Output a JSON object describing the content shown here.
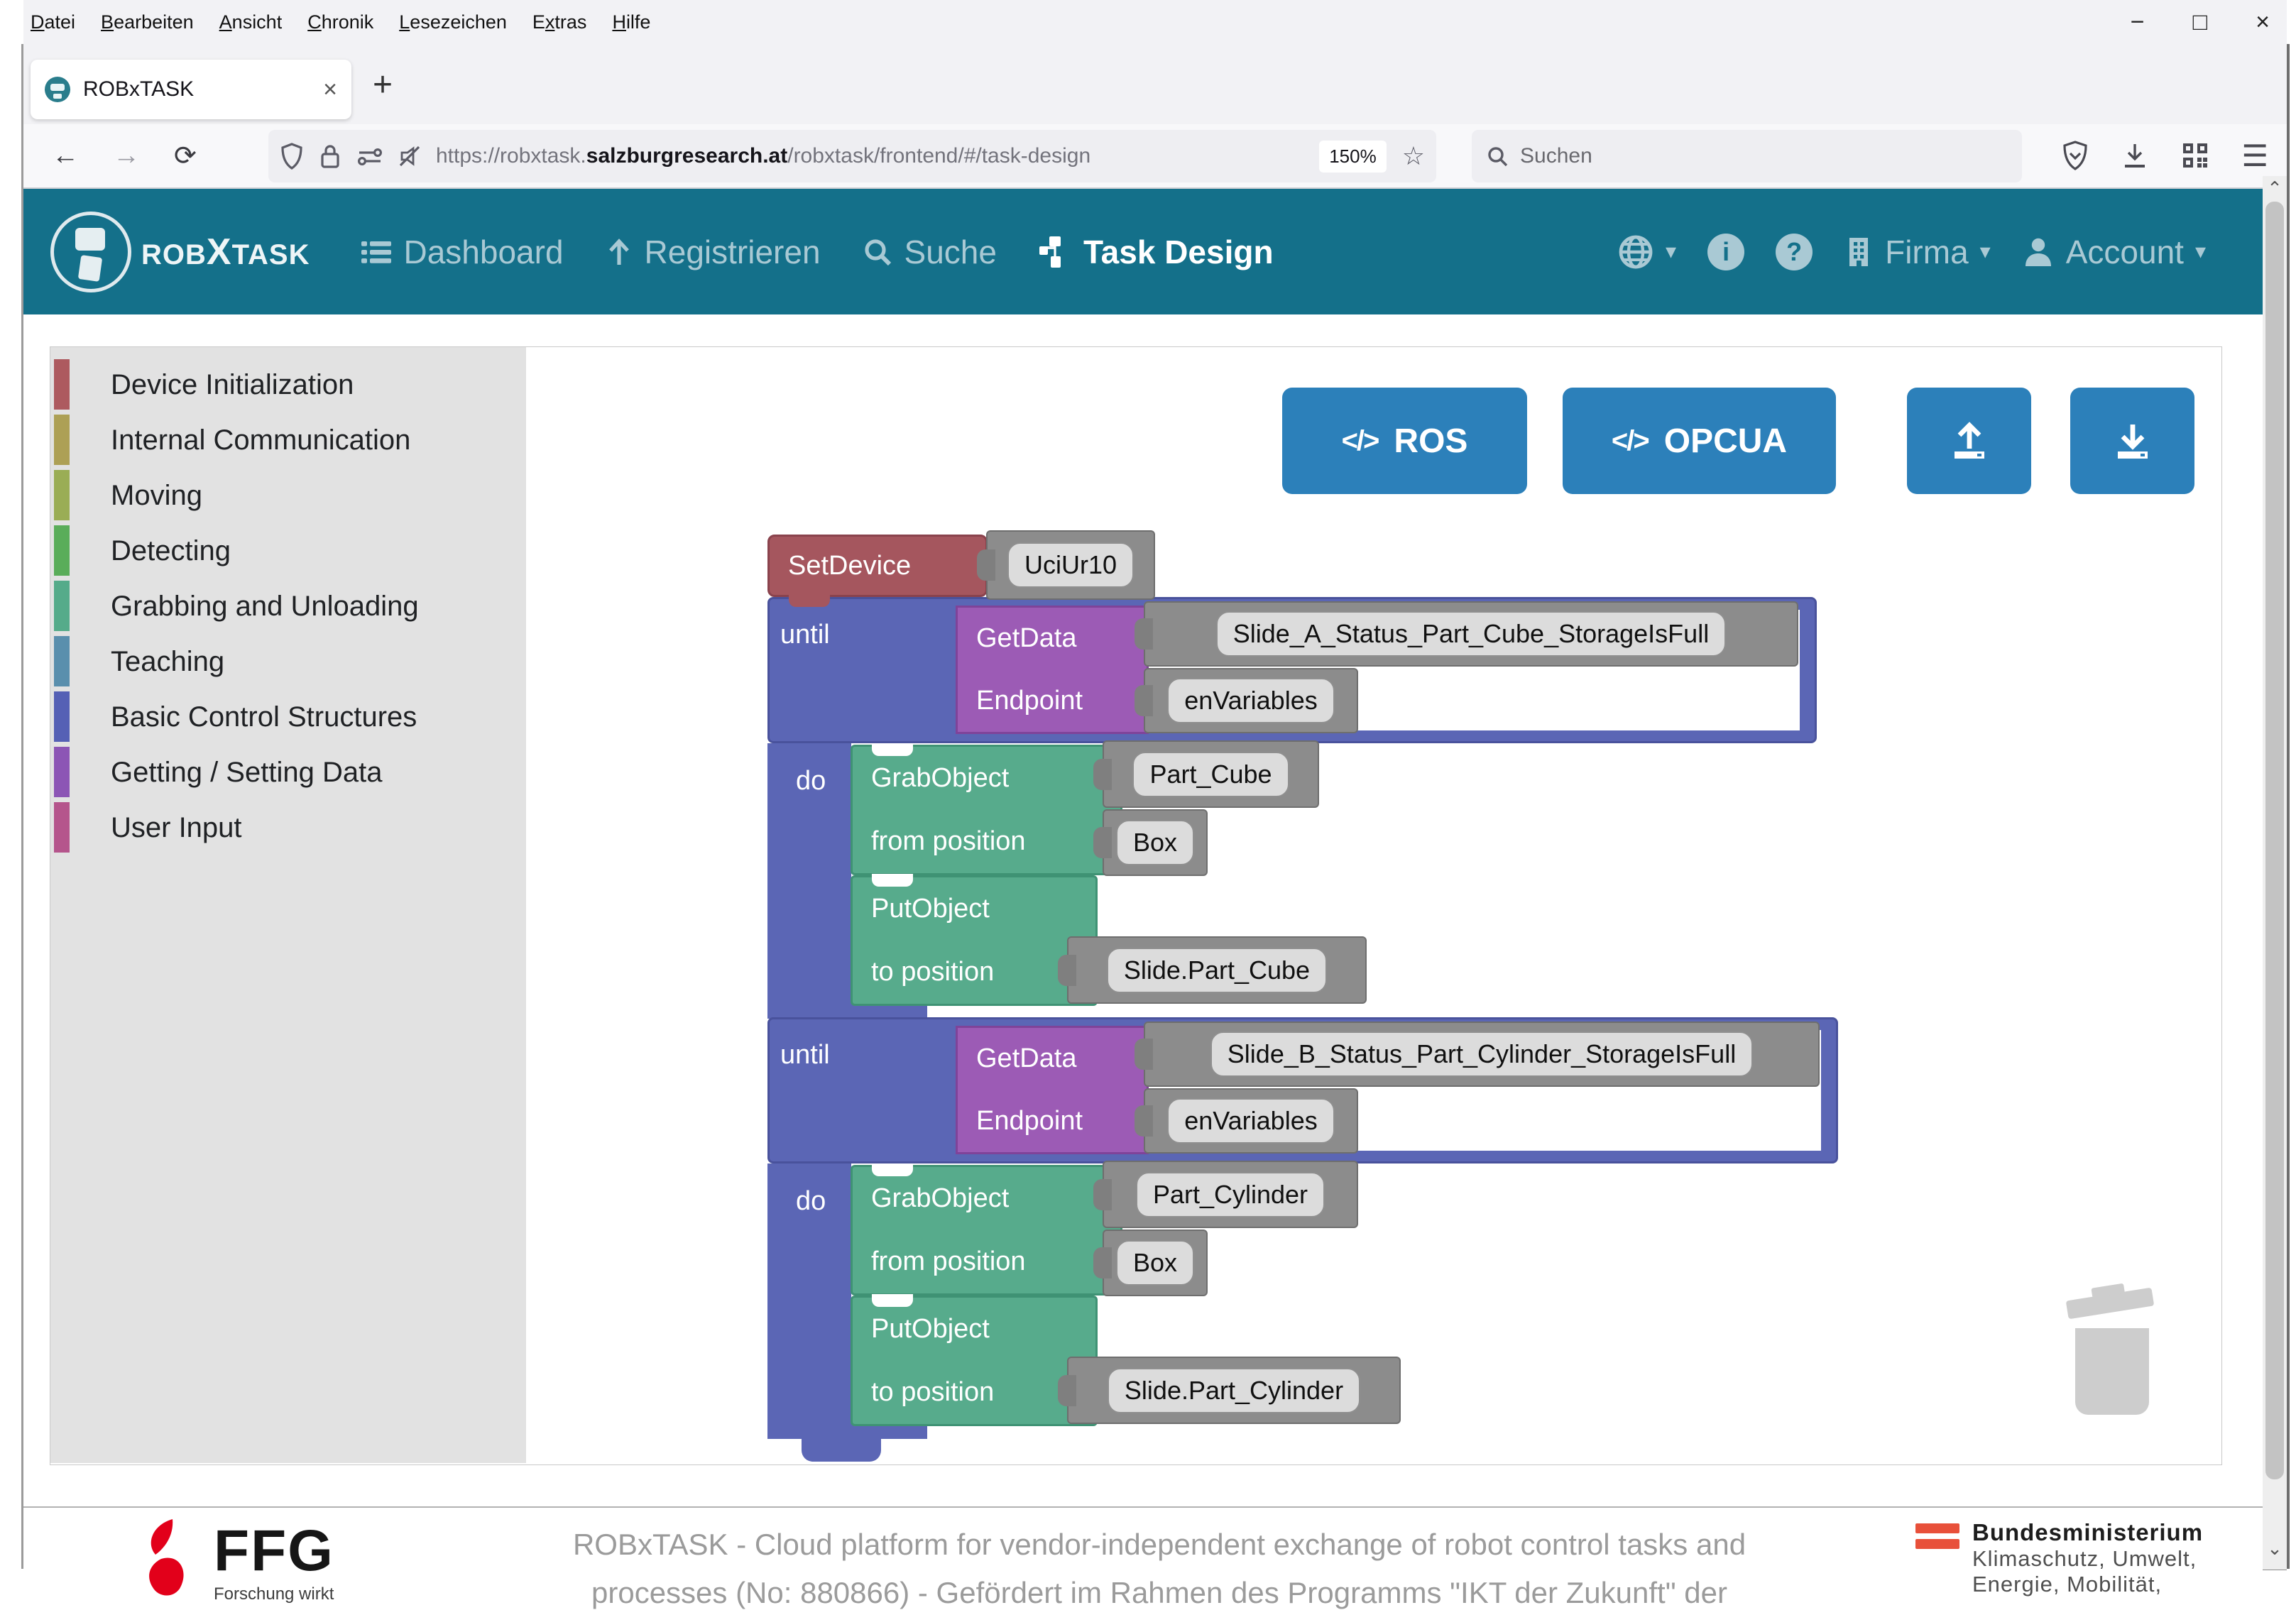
{
  "colors": {
    "teal": "#14708a",
    "navtext": "#a9c9d4",
    "btnblue": "#2c80ba",
    "sidebar": "#e2e2e2",
    "bred": "#a5565e",
    "bindigo": "#5b66b5",
    "bpurple": "#9c5bb5",
    "bgreen": "#57ab8c",
    "bgray": "#8c8c8c",
    "fieldbg": "#dcdcdc"
  },
  "browser": {
    "menu": [
      {
        "pre": "",
        "u": "D",
        "post": "atei"
      },
      {
        "pre": "",
        "u": "B",
        "post": "earbeiten"
      },
      {
        "pre": "",
        "u": "A",
        "post": "nsicht"
      },
      {
        "pre": "",
        "u": "C",
        "post": "hronik"
      },
      {
        "pre": "",
        "u": "L",
        "post": "esezeichen"
      },
      {
        "pre": "E",
        "u": "x",
        "post": "tras"
      },
      {
        "pre": "",
        "u": "H",
        "post": "ilfe"
      }
    ],
    "window": {
      "minimize": "−",
      "maximize": "□",
      "close": "×"
    },
    "tab": {
      "title": "ROBxTASK",
      "close": "×",
      "new_tab": "+"
    },
    "nav": {
      "back": "←",
      "forward": "→",
      "reload": "⟳"
    },
    "url": {
      "prefix": "https://robxtask.",
      "domain": "salzburgresearch.at",
      "path": "/robxtask/frontend/#/task-design"
    },
    "zoom_badge": "150%",
    "bookmark_star": "☆",
    "search": {
      "placeholder": "Suchen"
    },
    "hamburger": "☰"
  },
  "navbar": {
    "brand": {
      "p1": "ROB",
      "p2": "X",
      "p3": "TASK"
    },
    "items": [
      {
        "label": "Dashboard"
      },
      {
        "label": "Registrieren"
      },
      {
        "label": "Suche"
      },
      {
        "label": "Task Design"
      }
    ],
    "info_glyph": "i",
    "help_glyph": "?",
    "caret": "▾",
    "firma": "Firma",
    "account": "Account"
  },
  "toolbox": {
    "categories": [
      {
        "label": "Device Initialization",
        "color": "#ad5a5f"
      },
      {
        "label": "Internal Communication",
        "color": "#ada055"
      },
      {
        "label": "Moving",
        "color": "#9aad55"
      },
      {
        "label": "Detecting",
        "color": "#5aad5a"
      },
      {
        "label": "Grabbing and Unloading",
        "color": "#55ab8a"
      },
      {
        "label": "Teaching",
        "color": "#5a8fad"
      },
      {
        "label": "Basic Control Structures",
        "color": "#5560b5"
      },
      {
        "label": "Getting / Setting Data",
        "color": "#8c55b5"
      },
      {
        "label": "User Input",
        "color": "#b5558c"
      }
    ]
  },
  "workspace": {
    "code_glyph": "</>",
    "ros_label": "ROS",
    "opcua_label": "OPCUA",
    "blocks": {
      "set_device": {
        "label": "SetDevice",
        "device": "UciUr10"
      },
      "loops": [
        {
          "until": "until",
          "do": "do",
          "getdata": "GetData",
          "endpoint": "Endpoint",
          "condition_var": "Slide_A_Status_Part_Cube_StorageIsFull",
          "endpoint_var": "enVariables",
          "grab": "GrabObject",
          "grab_var": "Part_Cube",
          "from": "from position",
          "from_var": "Box",
          "put": "PutObject",
          "to": "to position",
          "to_var": "Slide.Part_Cube"
        },
        {
          "until": "until",
          "do": "do",
          "getdata": "GetData",
          "endpoint": "Endpoint",
          "condition_var": "Slide_B_Status_Part_Cylinder_StorageIsFull",
          "endpoint_var": "enVariables",
          "grab": "GrabObject",
          "grab_var": "Part_Cylinder",
          "from": "from position",
          "from_var": "Box",
          "put": "PutObject",
          "to": "to position",
          "to_var": "Slide.Part_Cylinder"
        }
      ]
    }
  },
  "footer": {
    "description_line1": "ROBxTASK - Cloud platform for vendor-independent exchange of robot control tasks and",
    "description_line2": "processes (No: 880866) - Gefördert im Rahmen des Programms \"IKT der Zukunft\" der",
    "ffg": {
      "name": "FFG",
      "tagline": "Forschung wirkt"
    },
    "ministry": {
      "name": "Bundesministerium",
      "line2": "Klimaschutz, Umwelt,",
      "line3": "Energie, Mobilität,"
    }
  }
}
